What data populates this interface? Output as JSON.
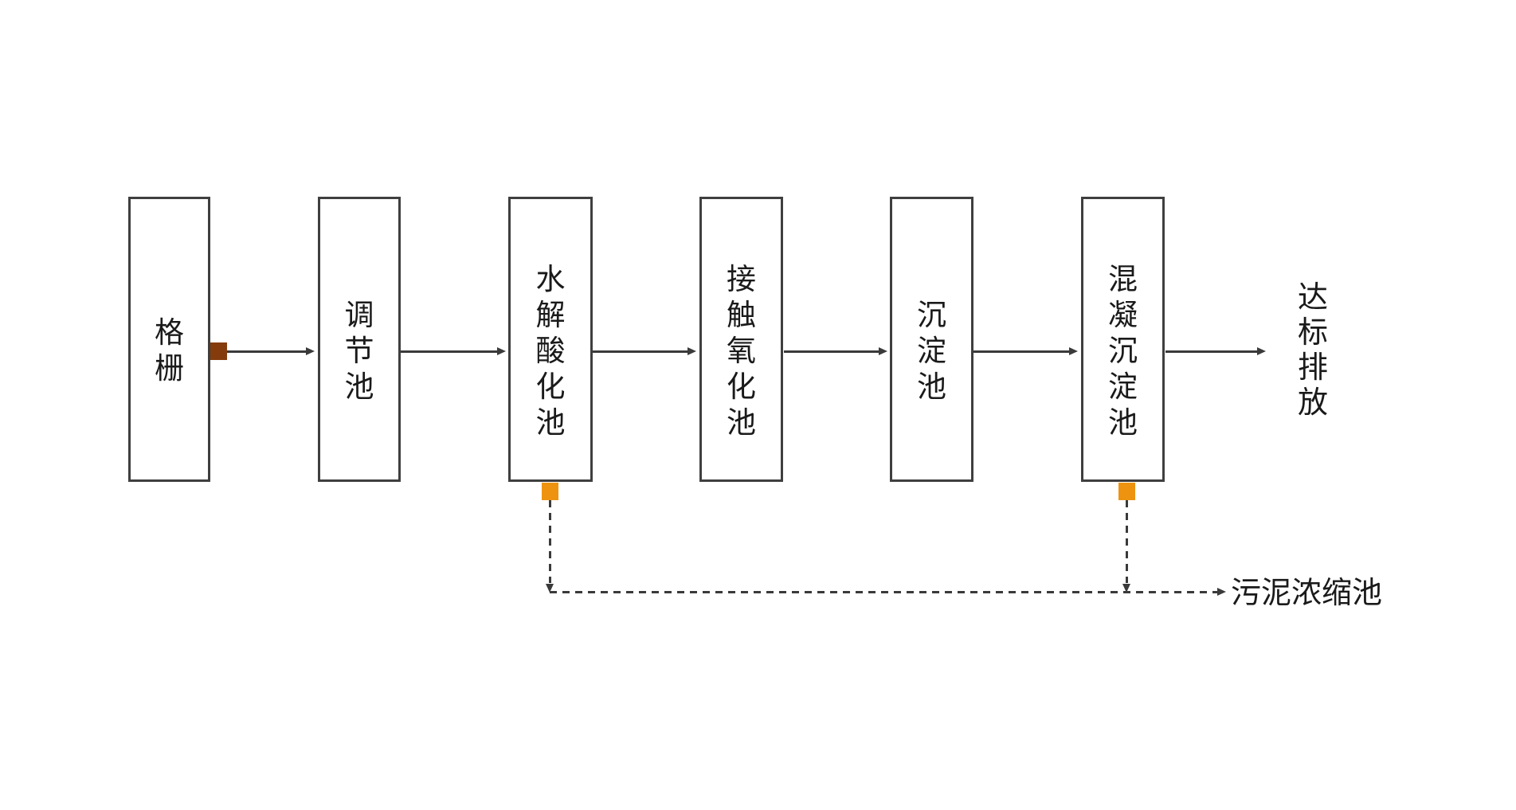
{
  "flow": {
    "boxes": [
      {
        "label": "格栅"
      },
      {
        "label": "调节池"
      },
      {
        "label": "水解酸化池"
      },
      {
        "label": "接触氧化池"
      },
      {
        "label": "沉淀池"
      },
      {
        "label": "混凝沉淀池"
      }
    ],
    "outlet": {
      "label": "达标排放"
    },
    "sludge": {
      "label": "污泥浓缩池"
    },
    "connections": [
      "格栅 → 调节池",
      "调节池 → 水解酸化池",
      "水解酸化池 → 接触氧化池",
      "接触氧化池 → 沉淀池",
      "沉淀池 → 混凝沉淀池",
      "混凝沉淀池 → 达标排放",
      "水解酸化池 ⇢ 污泥浓缩池",
      "混凝沉淀池 ⇢ 污泥浓缩池"
    ],
    "colors": {
      "line": "#3a3a3a",
      "box_border": "#3f3f3f",
      "text": "#1a1a1a",
      "inlet_marker_brown": "#843c0c",
      "sludge_marker_orange": "#ee9310",
      "background": "#ffffff"
    }
  }
}
